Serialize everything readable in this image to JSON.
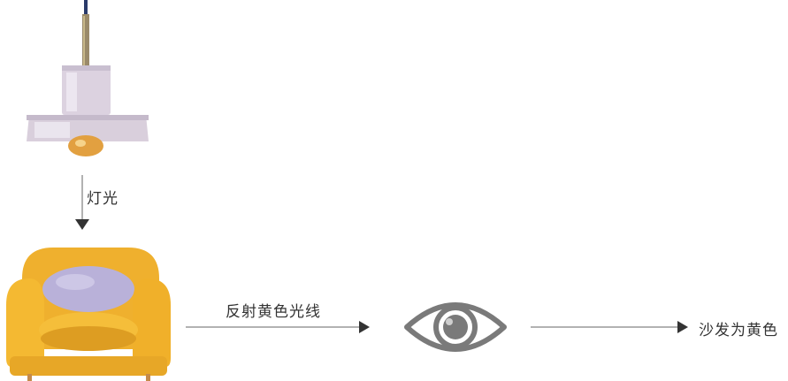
{
  "diagram": {
    "light_label": "灯光",
    "reflect_label": "反射黄色光线",
    "result_label": "沙发为黄色"
  },
  "colors": {
    "sofa": "#f2b431",
    "sofa_shadow": "#d8951c",
    "cushion": "#b8b0d8",
    "lamp_shade": "#ddd3e2",
    "bulb": "#e6a53c",
    "arrow": "#444444",
    "eye": "#777777"
  }
}
